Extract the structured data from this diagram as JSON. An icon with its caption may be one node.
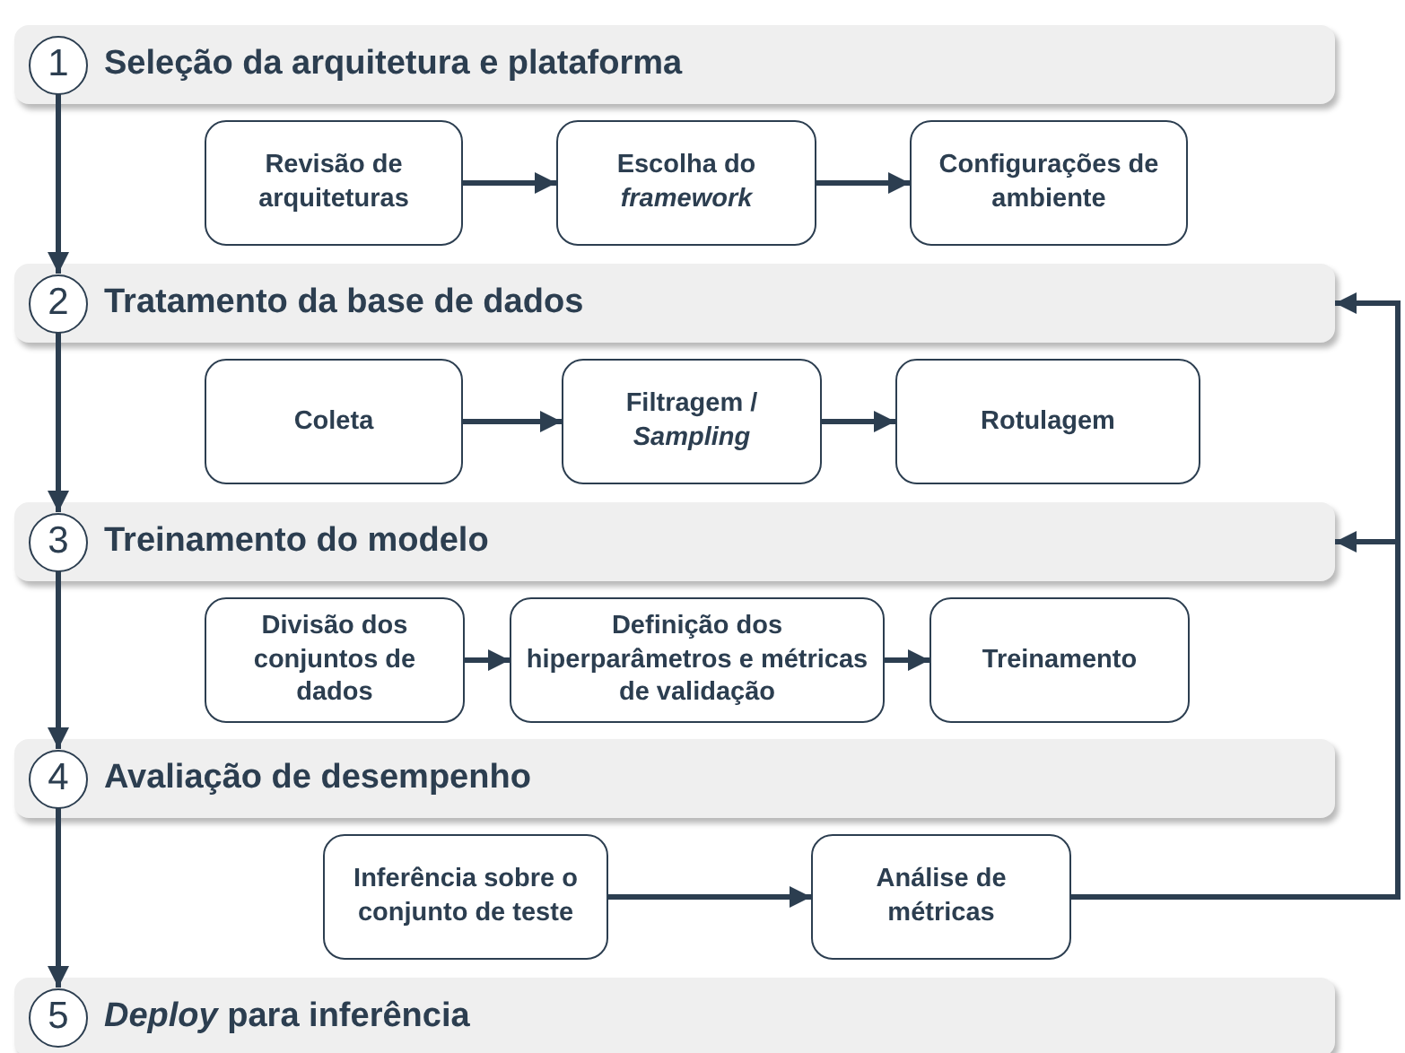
{
  "diagram": {
    "nodes": [
      {
        "text": [
          "Seleção da arquitetura e plataforma"
        ]
      },
      {
        "text": [
          "1"
        ],
        "in": 0
      },
      {
        "text": [
          "Revisão de arquiteturas"
        ]
      },
      {
        "text": [
          "Escolha do *framework*"
        ]
      },
      {
        "text": [
          "Configurações de ambiente"
        ]
      },
      {
        "text": [
          "Tratamento da base de dados"
        ]
      },
      {
        "text": [
          "2"
        ],
        "in": 5
      },
      {
        "text": [
          "Coleta"
        ]
      },
      {
        "text": [
          "Filtragem / *Sampling*"
        ]
      },
      {
        "text": [
          "Rotulagem"
        ]
      },
      {
        "text": [
          "Treinamento do modelo"
        ]
      },
      {
        "text": [
          "3"
        ],
        "in": 10
      },
      {
        "text": [
          "Divisão dos conjuntos de dados"
        ]
      },
      {
        "text": [
          "Definição dos hiperparâmetros e métricas de validação"
        ]
      },
      {
        "text": [
          "Treinamento"
        ]
      },
      {
        "text": [
          "Avaliação de desempenho"
        ]
      },
      {
        "text": [
          "4"
        ],
        "in": 15
      },
      {
        "text": [
          "Inferência sobre o conjunto de teste"
        ]
      },
      {
        "text": [
          "Análise de métricas"
        ]
      },
      {
        "text": [
          "*Deploy* para inferência"
        ]
      },
      {
        "text": [
          "5"
        ],
        "in": 19
      }
    ],
    "edges": [
      {
        "from": 1,
        "to": 6,
        "arrow": "to"
      },
      {
        "from": 6,
        "to": 11,
        "arrow": "to"
      },
      {
        "from": 11,
        "to": 16,
        "arrow": "to"
      },
      {
        "from": 16,
        "to": 20,
        "arrow": "to"
      },
      {
        "from": 2,
        "to": 3,
        "arrow": "to"
      },
      {
        "from": 3,
        "to": 4,
        "arrow": "to"
      },
      {
        "from": 7,
        "to": 8,
        "arrow": "to"
      },
      {
        "from": 8,
        "to": 9,
        "arrow": "to"
      },
      {
        "from": 12,
        "to": 13,
        "arrow": "to"
      },
      {
        "from": 13,
        "to": 14,
        "arrow": "to"
      },
      {
        "from": 17,
        "to": 18,
        "arrow": "to"
      },
      {
        "from": 18,
        "to": 5,
        "arrow": "to"
      },
      {
        "from": 18,
        "to": 10,
        "arrow": "to"
      }
    ]
  }
}
